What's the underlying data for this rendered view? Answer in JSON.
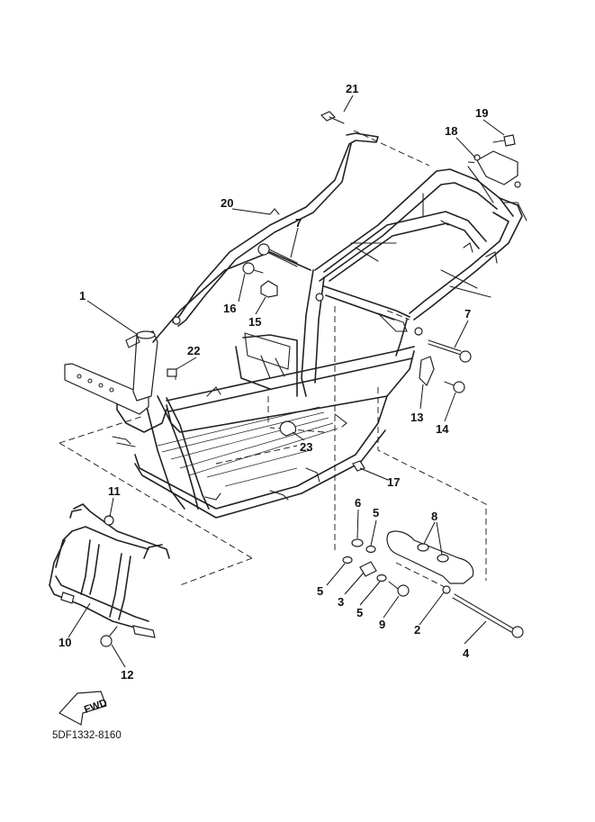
{
  "diagram_code": "5DF1332-8160",
  "fwd_badge": "FWD",
  "callouts": {
    "c1": "1",
    "c2": "2",
    "c3": "3",
    "c4": "4",
    "c5a": "5",
    "c5b": "5",
    "c5c": "5",
    "c6": "6",
    "c7a": "7",
    "c7b": "7",
    "c8": "8",
    "c9": "9",
    "c10": "10",
    "c11": "11",
    "c12": "12",
    "c13": "13",
    "c14": "14",
    "c15": "15",
    "c16": "16",
    "c17": "17",
    "c18": "18",
    "c19": "19",
    "c20": "20",
    "c21": "21",
    "c22": "22",
    "c23": "23"
  }
}
